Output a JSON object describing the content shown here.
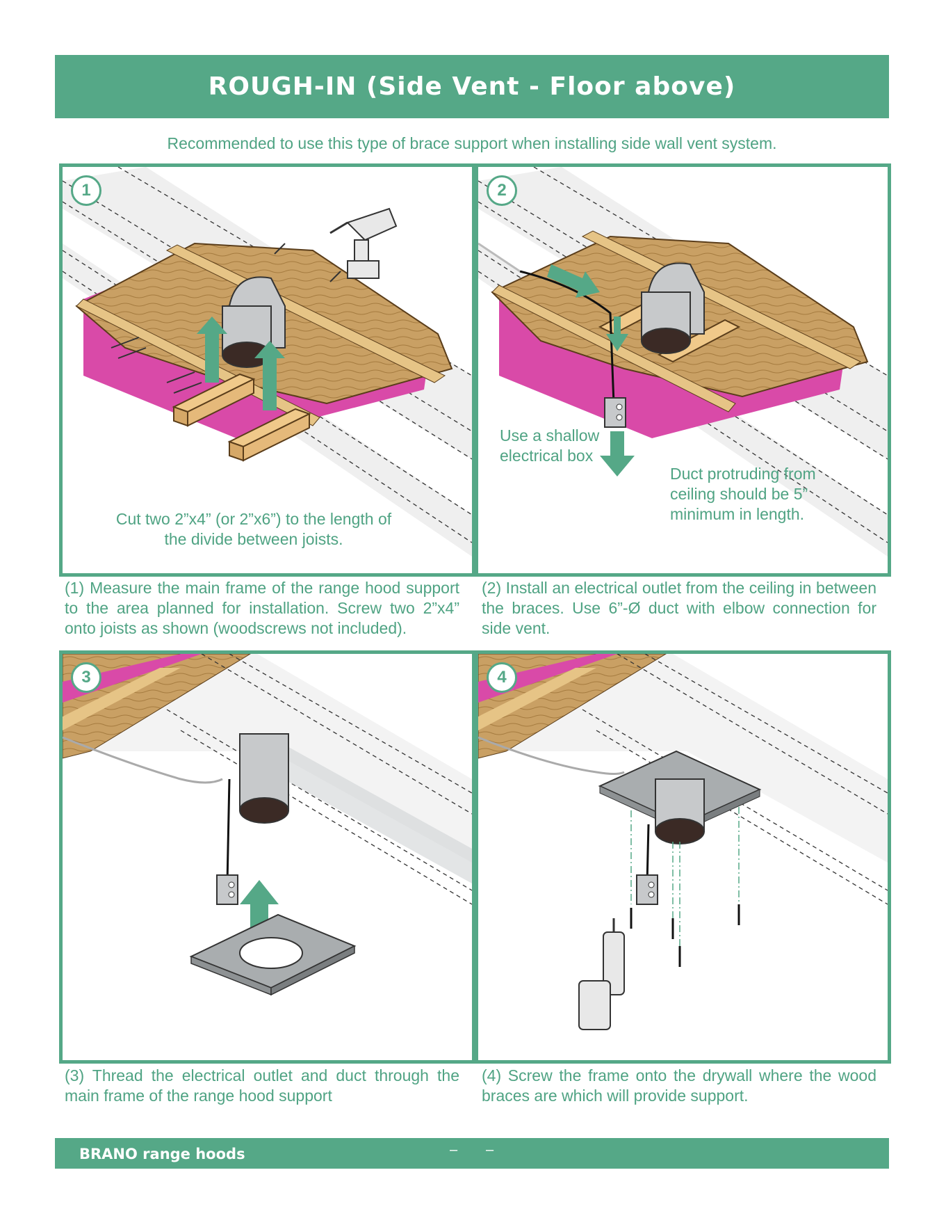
{
  "header": {
    "title": "ROUGH-IN (Side Vent - Floor above)"
  },
  "subtitle": "Recommended to use this type of brace support when installing side wall vent system.",
  "panels": [
    {
      "number": "1",
      "notes": [
        "Cut two 2”x4” (or 2”x6”) to the length of the divide between joists."
      ],
      "caption": "(1) Measure the main frame of the range hood support to the area planned for installation.  Screw two 2”x4” onto joists as shown (woodscrews not included)."
    },
    {
      "number": "2",
      "notes": [
        "Use a shallow electrical box",
        "Duct protruding from ceiling should be 5” minimum in length."
      ],
      "caption": "(2) Install an electrical outlet from the ceiling in between the braces.  Use 6”-Ø duct with elbow connection for side vent."
    },
    {
      "number": "3",
      "notes": [],
      "caption": "(3) Thread the electrical outlet and duct through the main frame of the range hood support"
    },
    {
      "number": "4",
      "notes": [],
      "caption": "(4) Screw the frame onto the drywall where the wood braces are which will provide support."
    }
  ],
  "footer": {
    "brand": "BRANO range hoods",
    "page_marks": [
      "–",
      "–"
    ]
  },
  "colors": {
    "accent": "#55a887",
    "text": "#4fa383",
    "wood": "#c9a064",
    "insulation": "#d94aa8",
    "duct": "#c7c9cb"
  }
}
